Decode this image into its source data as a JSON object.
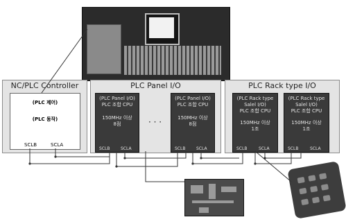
{
  "groups": {
    "controller": {
      "title": "NC/PLC Controller",
      "line1": "(PLC 제어)",
      "line2": "(PLC 동작)",
      "port_a": "SCLB",
      "port_b": "SCLA"
    },
    "panel": {
      "title": "PLC Panel I/O",
      "ellipsis": "· · ·"
    },
    "rack": {
      "title": "PLC Rack type I/O"
    }
  },
  "panel_modules": [
    {
      "l1": "(PLC Panel I/O)",
      "l2": "PLC 조합 CPU",
      "l3": "150MHz 이상",
      "l4": "8점",
      "port_a": "SCLB",
      "port_b": "SCLA"
    },
    {
      "l1": "(PLC Panel I/O)",
      "l2": "PLC 조합 CPU",
      "l3": "150MHz 이상",
      "l4": "8점",
      "port_a": "SCLB",
      "port_b": "SCLA"
    }
  ],
  "rack_modules": [
    {
      "l1": "(PLC Rack type",
      "l2": "Salel I/O)",
      "l3": "PLC 조합 CPU",
      "l4": "150MHz 이상",
      "l5": "1조",
      "port_a": "SCLB",
      "port_b": "SCLA"
    },
    {
      "l1": "(PLC Rack type",
      "l2": "Salel I/O)",
      "l3": "PLC 조합 CPU",
      "l4": "150MHz 이상",
      "l5": "1조",
      "port_a": "SCLB",
      "port_b": "SCLA"
    }
  ],
  "colors": {
    "wire": "#333333",
    "group_bg": "#e4e4e4",
    "module_bg": "#3a3a3a"
  }
}
